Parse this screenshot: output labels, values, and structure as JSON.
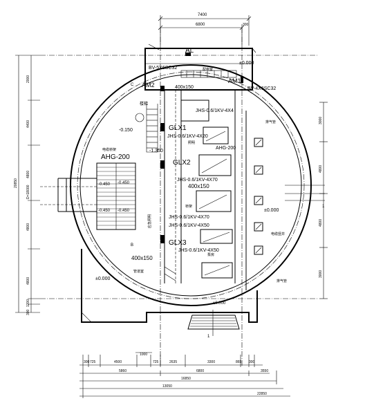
{
  "panels": {
    "al": "AL",
    "am1": "AM1",
    "am2": "AM2",
    "glx1": "GLX1",
    "glx2": "GLX2",
    "glx3": "GLX3"
  },
  "cables": {
    "top_left": "BV-5X6SC32",
    "top_right": "BV-4X6SC32",
    "glx1_in": "JHS-0.6/1KV-4X4",
    "glx1_out": "JHS-0.6/1KV-4X20",
    "glx2_in": "JHS-0.6/1KV-4X70",
    "glx2_out": "JHS-0.6/1KV-4X70",
    "glx3_in": "JHS-0.6/1KV-4X50",
    "glx3_out": "JHS-0.6/1KV-4X50"
  },
  "ducts": {
    "top": "400x150",
    "mid": "400x150",
    "low": "400x150",
    "ahg_left": "AHG-200",
    "ahg_right": "AHG-200"
  },
  "elevations": {
    "top": "±0.000",
    "upper_left": "-0.150",
    "mid_left": "-1.350",
    "shaft1": "-0.450",
    "shaft2": "-0.450",
    "small_a": "-0.450",
    "small_b": "-0.450",
    "right": "±0.000",
    "bottom_left": "±0.000",
    "bottom_right": "±0.000"
  },
  "dimensions": {
    "top_total": "7400",
    "top_part": "6800",
    "top_small": "300",
    "left_total": "20850",
    "left_dia": "D=18000",
    "left_segments": [
      "2000",
      "4400",
      "4800",
      "4800",
      "4800",
      "1200"
    ],
    "left_small": "300",
    "right_segments": [
      "3000",
      "4800",
      "4800",
      "3000"
    ],
    "bottom_row1": [
      "300",
      "725",
      "4500",
      "1000",
      "725",
      "2635",
      "3300",
      "865",
      "300"
    ],
    "bottom_row2": [
      "5860",
      "6800",
      "3550"
    ],
    "bottom_row3": "16850",
    "bottom_row4": "13050",
    "bottom_row5": "22850"
  },
  "axis_marks": {
    "c": "C",
    "b": "B",
    "bottom": "1",
    "grid": "1"
  },
  "labels": {
    "room_main": "配电室",
    "room_lower": "管道室",
    "wall_right": "排气管",
    "wall_right2": "排气管",
    "cable_tray": "桥架",
    "lighting": "照明",
    "riser": "电缆竖井",
    "pump_fan": "泵房",
    "stair": "楼梯",
    "duct_left": "电缆桥架",
    "light_left": "应急照明"
  },
  "chart_data": null
}
